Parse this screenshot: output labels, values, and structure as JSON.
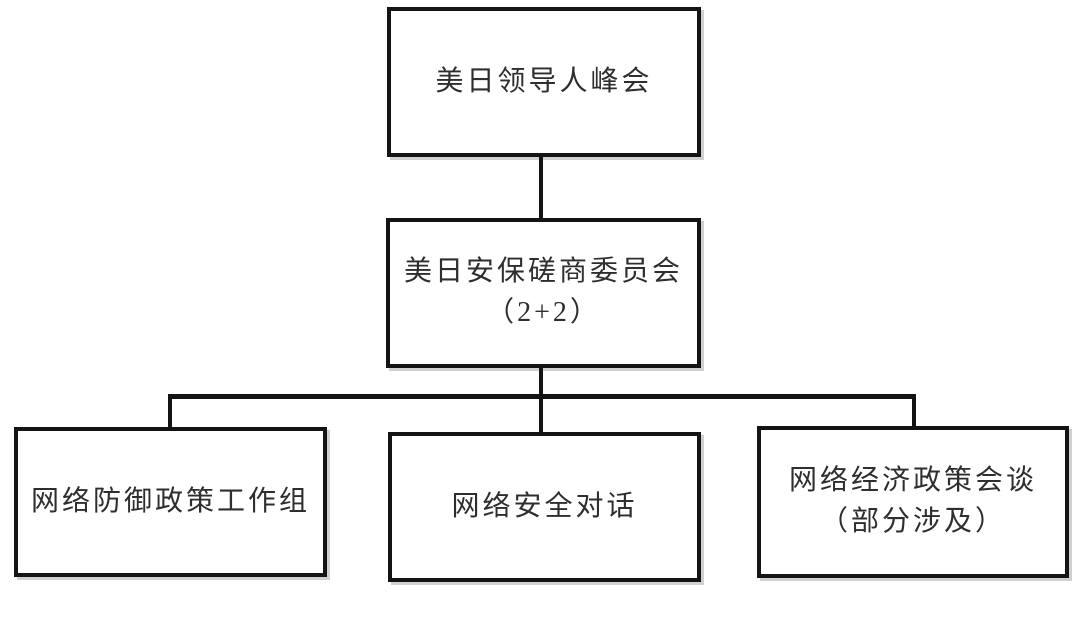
{
  "nodes": {
    "summit": {
      "label": "美日领导人峰会"
    },
    "committee": {
      "label": "美日安保磋商委员会",
      "sublabel": "（2+2）"
    },
    "working_group": {
      "label": "网络防御政策工作组"
    },
    "dialogue": {
      "label": "网络安全对话"
    },
    "economic_talks": {
      "label": "网络经济政策会谈",
      "sublabel": "（部分涉及）"
    }
  },
  "colors": {
    "background": "#ffffff",
    "box_border": "#141414",
    "connector_line": "#141414",
    "text": "#2e2e2e"
  }
}
